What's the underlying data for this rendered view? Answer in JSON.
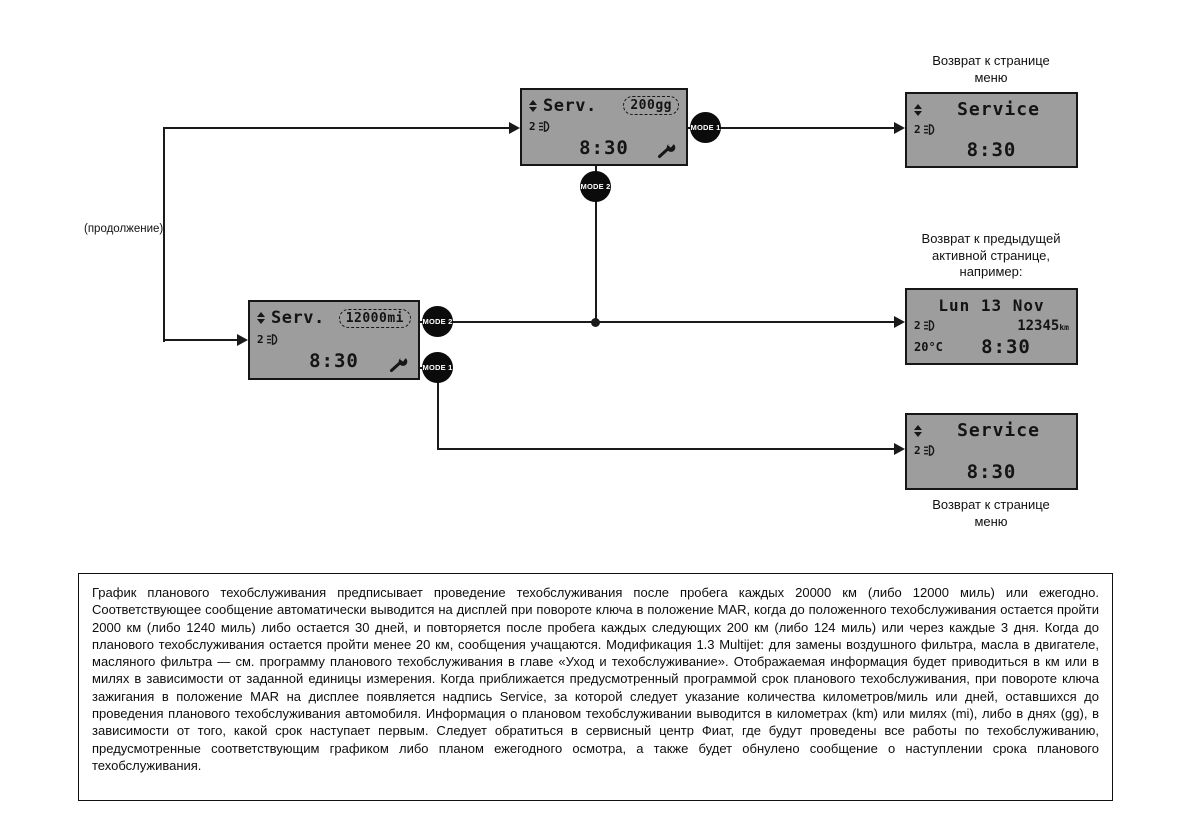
{
  "colors": {
    "display_background": "#9d9d9d",
    "line_color": "#1a1a1a",
    "button_background": "#0b0b0b"
  },
  "labels": {
    "continuation": "(продолжение)",
    "return_to_menu_top": "Возврат к странице меню",
    "return_to_previous_page": "Возврат к предыдущей активной странице, например:",
    "return_to_menu_bottom": "Возврат к странице меню"
  },
  "buttons": {
    "mode1": "MODE 1",
    "mode2": "MODE 2"
  },
  "displays": {
    "service_days": {
      "title": "Serv.",
      "value": "200gg",
      "fog_level": "2",
      "time": "8:30"
    },
    "service_menu_top": {
      "title": "Service",
      "fog_level": "2",
      "time": "8:30"
    },
    "service_miles": {
      "title": "Serv.",
      "value": "12000mi",
      "fog_level": "2",
      "time": "8:30"
    },
    "standard_page": {
      "date": "Lun 13 Nov",
      "fog_level": "2",
      "odometer": "12345",
      "odometer_unit": "km",
      "temperature": "20°C",
      "time": "8:30"
    },
    "service_menu_bottom": {
      "title": "Service",
      "fog_level": "2",
      "time": "8:30"
    }
  },
  "note": {
    "text": "График планового техобслуживания предписывает проведение техобслуживания после пробега каждых 20000 км (либо 12000 миль) или ежегодно. Соответствующее сообщение автоматически выводится на дисплей при повороте ключа в положение MAR, когда до положенного техобслуживания остается пройти 2000 км (либо 1240 миль) либо остается 30 дней, и повторяется после пробега каждых следующих 200 км (либо 124 миль) или через каждые 3 дня. Когда до планового техобслуживания остается пройти менее 20 км, сообщения учащаются. Модификация 1.3 Multijet: для замены воздушного фильтра, масла в двигателе, масляного фильтра — см. программу планового техобслуживания в главе «Уход и техобслуживание». Отображаемая информация будет приводиться в км или в милях в зависимости от заданной единицы измерения. Когда приближается предусмотренный программой срок планового техобслуживания, при повороте ключа зажигания в положение MAR на дисплее появляется надпись Service, за которой следует указание количества километров/миль или дней, оставшихся до проведения планового техобслуживания автомобиля. Информация о плановом техобслуживании выводится в километрах (km) или милях (mi), либо в днях (gg), в зависимости от того, какой срок наступает первым. Следует обратиться в сервисный центр Фиат, где будут проведены все работы по техобслуживанию, предусмотренные соответствующим графиком либо планом ежегодного осмотра, а также будет обнулено сообщение о наступлении срока планового техобслуживания."
  }
}
